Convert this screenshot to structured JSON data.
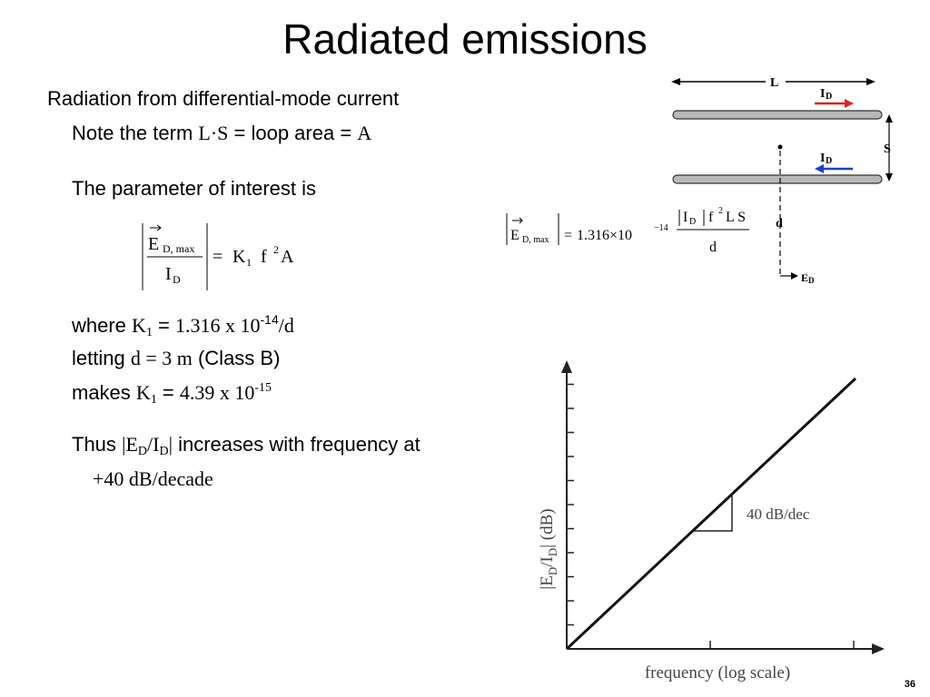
{
  "slide": {
    "title": "Radiated emissions",
    "page_number": "36"
  },
  "body": {
    "heading": "Radiation from differential-mode current",
    "note": {
      "prefix": "Note the term ",
      "term": "L·S",
      "eq1": " = ",
      "mid": "loop area",
      "eq2": " = ",
      "A": "A"
    },
    "param_text": "The parameter of interest is",
    "eq_main": {
      "E": "E",
      "E_sub": "D, max",
      "I": "I",
      "I_sub": "D",
      "equals": "=",
      "K": "K",
      "K_sub": "1",
      "f": "f",
      "exp": "2",
      "A": "A"
    },
    "where": {
      "label": "where ",
      "K": "K",
      "sub": "1",
      "eq": " = ",
      "val": "1.316 x 10",
      "exp": "-14",
      "tail": "/d"
    },
    "letting": {
      "label": "letting ",
      "val": "d = 3 m",
      "tail": " (Class B)"
    },
    "makes": {
      "label": "makes ",
      "K": "K",
      "sub": "1",
      "eq": " = ",
      "val": "4.39 x 10",
      "exp": "-15"
    },
    "thus": {
      "label": "Thus ",
      "bar1": "|",
      "E": "E",
      "E_sub": "D",
      "slash": "/",
      "I": "I",
      "I_sub": "D",
      "bar2": "|",
      "tail": " increases with frequency at",
      "rate": "+40 dB/decade"
    }
  },
  "diagram": {
    "label_L": "L",
    "label_ID_top": "I",
    "label_ID_top_sub": "D",
    "label_S": "S",
    "label_ID_bottom": "I",
    "label_ID_bottom_sub": "D",
    "label_d": "d",
    "label_ED": "E",
    "label_ED_sub": "D",
    "arrow_colors": {
      "top_current": "#e02020",
      "bottom_current": "#1a3fd0"
    }
  },
  "eq_right": {
    "E": "E",
    "E_sub": "D, max",
    "equals": "=",
    "coef": "1.316×10",
    "exp": "−14",
    "I": "I",
    "I_sub": "D",
    "f": "f",
    "f_exp": "2",
    "LS": "L S",
    "den": "d"
  },
  "chart_data": {
    "type": "line",
    "xlabel": "frequency (log scale)",
    "ylabel": "|E_D/I_D| (dB)",
    "ylabel_parts": {
      "pre": "|E",
      "s1": "D",
      "mid": "/I",
      "s2": "D",
      "post": "| (dB)"
    },
    "annotation": "40 dB/dec",
    "series": [
      {
        "x": [
          0,
          1
        ],
        "y": [
          0,
          1
        ]
      }
    ],
    "x_scale": "log",
    "grid": false
  }
}
